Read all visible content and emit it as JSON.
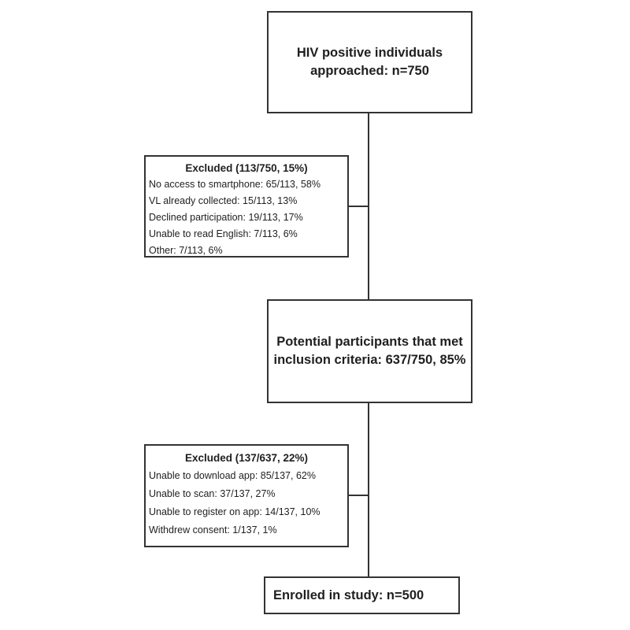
{
  "colors": {
    "border": "#333333",
    "text": "#1f1f1f",
    "background": "#ffffff"
  },
  "diagram": {
    "approached_box": {
      "text": "HIV positive individuals approached: n=750"
    },
    "excluded_box_1": {
      "title": "Excluded (113/750, 15%)",
      "items": [
        "No access to smartphone: 65/113, 58%",
        "VL already collected: 15/113, 13%",
        "Declined participation: 19/113, 17%",
        "Unable to read English: 7/113, 6%",
        "Other: 7/113, 6%"
      ]
    },
    "inclusion_box": {
      "text": "Potential participants that met inclusion criteria: 637/750, 85%"
    },
    "excluded_box_2": {
      "title": "Excluded (137/637, 22%)",
      "items": [
        "Unable to download app: 85/137, 62%",
        "Unable to scan: 37/137, 27%",
        "Unable to register on app: 14/137, 10%",
        "Withdrew consent: 1/137, 1%"
      ]
    },
    "enrolled_box": {
      "text": "Enrolled in study: n=500"
    }
  }
}
